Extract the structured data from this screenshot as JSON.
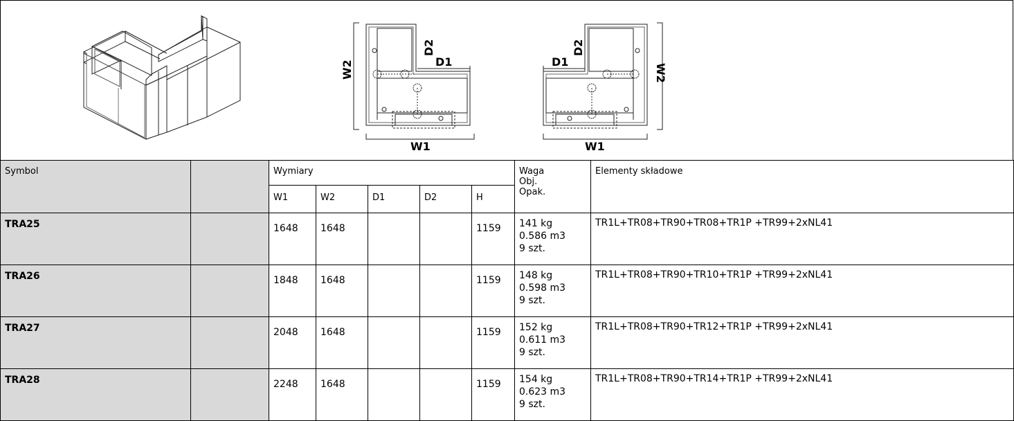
{
  "diagram_labels": {
    "w1": "W1",
    "w2": "W2",
    "d1": "D1",
    "d2": "D2"
  },
  "header": {
    "symbol": "Symbol",
    "wymiary": "Wymiary",
    "waga": "Waga",
    "obj": "Obj.",
    "opak": "Opak.",
    "elementy": "Elementy składowe",
    "w1": "W1",
    "w2": "W2",
    "d1": "D1",
    "d2": "D2",
    "h": "H"
  },
  "rows": [
    {
      "symbol": "TRA25",
      "w1": "1648",
      "w2": "1648",
      "d1": "",
      "d2": "",
      "h": "1159",
      "waga": "141 kg",
      "obj": "0.586 m3",
      "opak": "9 szt.",
      "elementy": "TR1L+TR08+TR90+TR08+TR1P +TR99+2xNL41"
    },
    {
      "symbol": "TRA26",
      "w1": "1848",
      "w2": "1648",
      "d1": "",
      "d2": "",
      "h": "1159",
      "waga": "148 kg",
      "obj": "0.598 m3",
      "opak": "9 szt.",
      "elementy": "TR1L+TR08+TR90+TR10+TR1P +TR99+2xNL41"
    },
    {
      "symbol": "TRA27",
      "w1": "2048",
      "w2": "1648",
      "d1": "",
      "d2": "",
      "h": "1159",
      "waga": "152 kg",
      "obj": "0.611 m3",
      "opak": "9 szt.",
      "elementy": "TR1L+TR08+TR90+TR12+TR1P +TR99+2xNL41"
    },
    {
      "symbol": "TRA28",
      "w1": "2248",
      "w2": "1648",
      "d1": "",
      "d2": "",
      "h": "1159",
      "waga": "154 kg",
      "obj": "0.623 m3",
      "opak": "9 szt.",
      "elementy": "TR1L+TR08+TR90+TR14+TR1P +TR99+2xNL41"
    }
  ]
}
